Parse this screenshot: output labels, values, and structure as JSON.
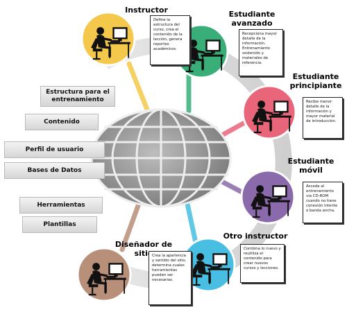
{
  "left_items": [
    "Estructura para el entrenamiento",
    "Contenido",
    "Perfil de usuario",
    "Bases de Datos",
    "Herramientas",
    "Plantillas"
  ],
  "roles": [
    {
      "title": "Instructor",
      "color": "#f4c84a",
      "description": "Define la estructura del curso, crea el contenido de la lección, genera reportes académicos."
    },
    {
      "title": "Estudiante avanzado",
      "color": "#3aae78",
      "description": "Recepciona mayor detalle de la información. Entrenamiento sostenido y materiales de referencia."
    },
    {
      "title": "Estudiante principiante",
      "color": "#e8657a",
      "description": "Recibe menor detalle de la información y mayor material de introducción."
    },
    {
      "title": "Estudiante móvil",
      "color": "#8a6aaa",
      "description": "Accede al entrenamiento via CD-ROM cuando no tiene conexión intente o banda ancha."
    },
    {
      "title": "Otro instructor",
      "color": "#48bfe2",
      "description": "Combina lo nuevo y reutiliza el contenido para crear nuevos cursos y lecciones."
    },
    {
      "title": "Diseñador de sitio",
      "color": "#b88f78",
      "description": "Crea la apariencia y sentido del sitio, determina cuales herramientas pueden ser necesarias."
    }
  ],
  "icons": {
    "person": "user-at-computer-icon",
    "globe": "globe-icon"
  }
}
